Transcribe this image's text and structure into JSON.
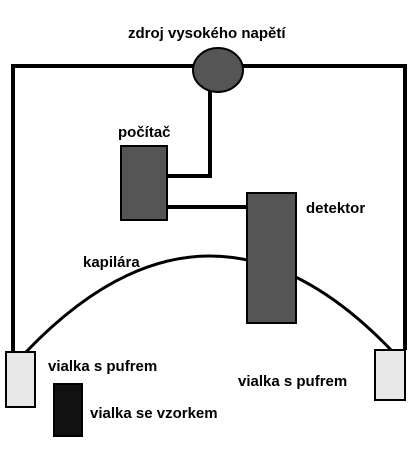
{
  "labels": {
    "power_supply": "zdroj vysokého napětí",
    "computer": "počítač",
    "detector": "detektor",
    "capillary": "kapilára",
    "buffer_vial_left": "vialka s pufrem",
    "buffer_vial_right": "vialka s pufrem",
    "sample_vial": "vialka se vzorkem"
  },
  "colors": {
    "component_fill": "#555555",
    "buffer_vial_fill": "#e8e8e8",
    "sample_vial_fill": "#111111",
    "line": "#000000",
    "background": "#ffffff"
  }
}
